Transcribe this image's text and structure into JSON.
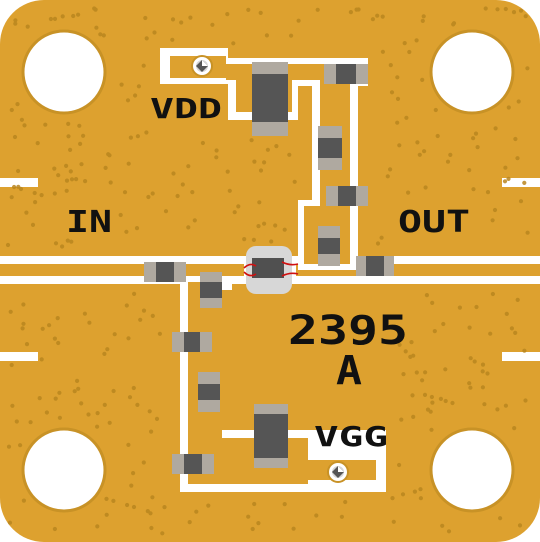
{
  "board": {
    "part_number": "2395",
    "revision": "A",
    "labels": {
      "vdd": "VDD",
      "in": "IN",
      "out": "OUT",
      "vgg": "VGG"
    }
  },
  "colors": {
    "gold": "#DDA12F",
    "gold_dark": "#B9861F",
    "trace_gap": "#FFFFFF",
    "via": "#A0701A",
    "component_body": "#555555",
    "component_cap": "#AFA9A0",
    "chip_pad": "#D7D7D7",
    "bond_wire": "#D01010"
  }
}
